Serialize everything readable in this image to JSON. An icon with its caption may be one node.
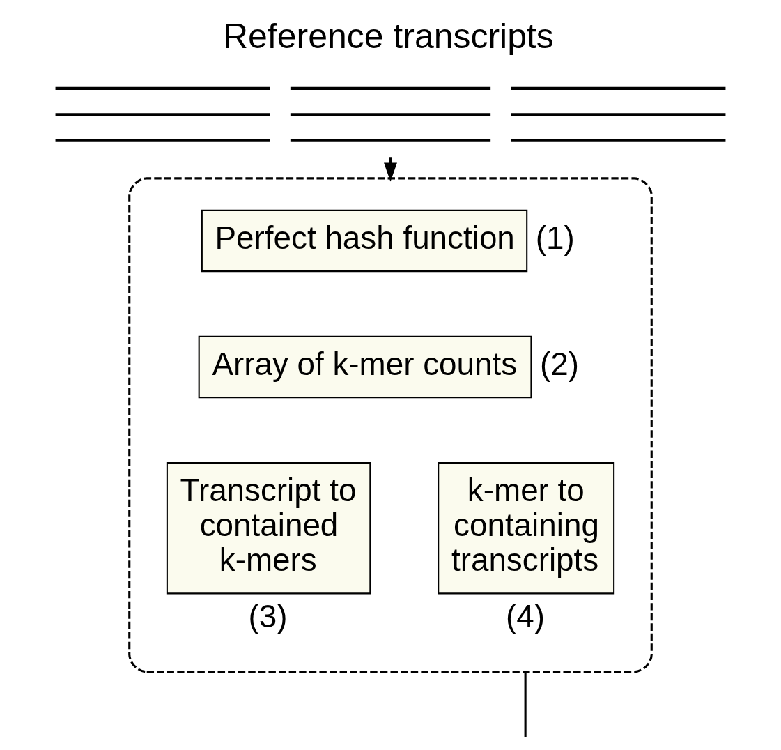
{
  "diagram": {
    "nodes": [
      {
        "text": [
          "Reference transcripts"
        ]
      },
      {
        "text": [],
        "shape": "box"
      },
      {
        "text": [
          "Perfect hash function"
        ],
        "in": 1,
        "beside": [
          "(1)"
        ]
      },
      {
        "text": [
          "Array of k-mer counts"
        ],
        "in": 1,
        "beside": [
          "(2)"
        ]
      },
      {
        "text": [
          "Transcript to contained k-mers"
        ],
        "in": 1,
        "beside": [
          "(3)"
        ]
      },
      {
        "text": [
          "k-mer to containing transcripts"
        ],
        "in": 1,
        "beside": [
          "(4)"
        ]
      }
    ],
    "edges": [
      {
        "from": 0,
        "to": 1,
        "arrow": "to"
      },
      {
        "from": 1,
        "to": null,
        "arrow": "none"
      }
    ]
  }
}
